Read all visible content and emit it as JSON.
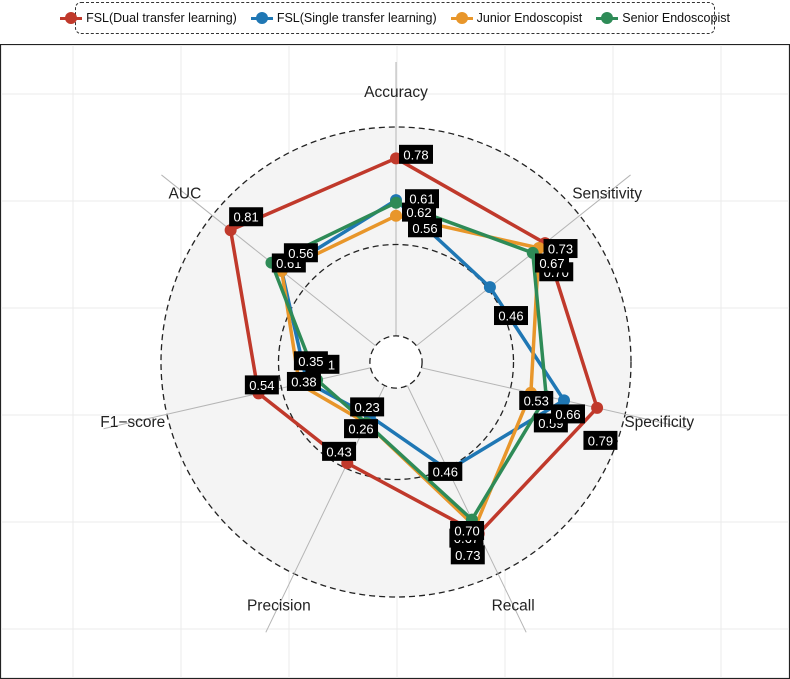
{
  "chart_data": {
    "type": "radar",
    "axes": [
      "Accuracy",
      "Sensitivity",
      "Specificity",
      "Recall",
      "Precision",
      "F1−score",
      "AUC"
    ],
    "rlim": [
      0,
      0.9
    ],
    "grid": true,
    "legend": "top",
    "series": [
      {
        "name": "FSL(Dual transfer learning)",
        "color": "#c0392b",
        "values": [
          0.78,
          0.73,
          0.79,
          0.73,
          0.43,
          0.54,
          0.81
        ]
      },
      {
        "name": "FSL(Single transfer learning)",
        "color": "#1f77b4",
        "values": [
          0.62,
          0.46,
          0.66,
          0.46,
          0.23,
          0.35,
          0.56
        ]
      },
      {
        "name": "Junior Endoscopist",
        "color": "#e8962a",
        "values": [
          0.56,
          0.7,
          0.53,
          0.7,
          0.26,
          0.38,
          0.56
        ]
      },
      {
        "name": "Senior Endoscopist",
        "color": "#2e8b57",
        "values": [
          0.61,
          0.67,
          0.59,
          0.67,
          0.26,
          0.31,
          0.61
        ]
      }
    ],
    "data_labels": [
      {
        "series": 0,
        "axis": 0,
        "text": "0.78"
      },
      {
        "series": 1,
        "axis": 0,
        "text": "0.62"
      },
      {
        "series": 3,
        "axis": 0,
        "text": "0.61"
      },
      {
        "series": 2,
        "axis": 0,
        "text": "0.56"
      },
      {
        "series": 0,
        "axis": 1,
        "text": "0.73"
      },
      {
        "series": 2,
        "axis": 1,
        "text": "0.70"
      },
      {
        "series": 3,
        "axis": 1,
        "text": "0.67"
      },
      {
        "series": 1,
        "axis": 1,
        "text": "0.46"
      },
      {
        "series": 2,
        "axis": 2,
        "text": "0.53"
      },
      {
        "series": 3,
        "axis": 2,
        "text": "0.59"
      },
      {
        "series": 1,
        "axis": 2,
        "text": "0.66"
      },
      {
        "series": 0,
        "axis": 2,
        "text": "0.79"
      },
      {
        "series": 1,
        "axis": 3,
        "text": "0.46"
      },
      {
        "series": 3,
        "axis": 3,
        "text": "0.67"
      },
      {
        "series": 2,
        "axis": 3,
        "text": "0.70"
      },
      {
        "series": 0,
        "axis": 3,
        "text": "0.73"
      },
      {
        "series": 1,
        "axis": 4,
        "text": "0.23"
      },
      {
        "series": 2,
        "axis": 4,
        "text": "0.26"
      },
      {
        "series": 0,
        "axis": 4,
        "text": "0.43"
      },
      {
        "series": 3,
        "axis": 5,
        "text": "0.31"
      },
      {
        "series": 2,
        "axis": 5,
        "text": "0.38"
      },
      {
        "series": 1,
        "axis": 5,
        "text": "0.35"
      },
      {
        "series": 0,
        "axis": 5,
        "text": "0.54"
      },
      {
        "series": 0,
        "axis": 6,
        "text": "0.81"
      },
      {
        "series": 3,
        "axis": 6,
        "text": "0.61"
      },
      {
        "series": 2,
        "axis": 6,
        "text": "0.56"
      }
    ]
  }
}
